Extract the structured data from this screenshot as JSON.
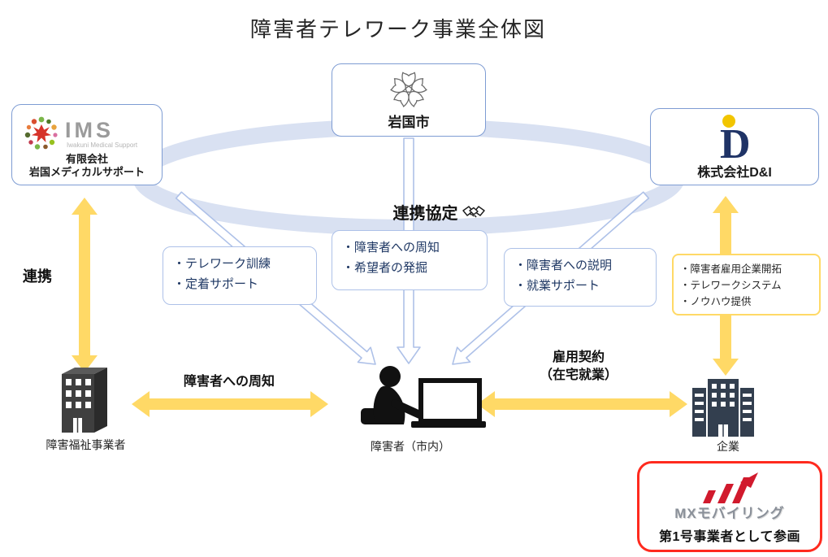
{
  "title": "障害者テレワーク事業全体図",
  "nodes": {
    "iwakuni": {
      "label": "岩国市"
    },
    "ims": {
      "logo_text": "IMS",
      "logo_tagline": "Iwakuni Medical Support",
      "line1": "有限会社",
      "line2": "岩国メディカルサポート"
    },
    "di": {
      "logo_letter": "D",
      "label": "株式会社D&I"
    },
    "welfare": {
      "label": "障害福祉事業者"
    },
    "person": {
      "label": "障害者（市内）"
    },
    "company": {
      "label": "企業"
    }
  },
  "callouts": {
    "left": {
      "items": [
        "・テレワーク訓練",
        "・定着サポート"
      ]
    },
    "center": {
      "items": [
        "・障害者への周知",
        "・希望者の発掘"
      ]
    },
    "right": {
      "items": [
        "・障害者への説明",
        "・就業サポート"
      ]
    },
    "provider": {
      "items": [
        "・障害者雇用企業開拓",
        "・テレワークシステム",
        "・ノウハウ提供"
      ]
    }
  },
  "arrow_labels": {
    "agreement": "連携協定",
    "cooperation": "連携",
    "notification": "障害者への周知",
    "employment_line1": "雇用契約",
    "employment_line2": "（在宅就業）"
  },
  "mx": {
    "logo_text": "MXモバイリング",
    "caption": "第1号事業者として参画"
  },
  "colors": {
    "accent_yellow": "#FFD966",
    "ellipse_blue": "#D9E1F2",
    "box_border_blue": "#7E9CD3",
    "callout_border_blue": "#ADC1E8",
    "callout_text_navy": "#1F3864",
    "mx_red": "#D11A2D",
    "mx_border_red": "#FF2A1E",
    "di_navy": "#1F3366",
    "di_yellow": "#F2C500"
  }
}
